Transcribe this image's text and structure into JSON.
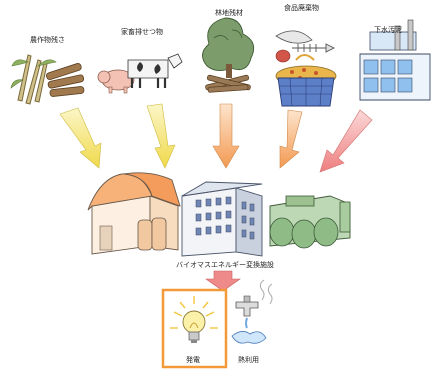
{
  "sources": [
    {
      "id": "crop",
      "label": "農作物残さ",
      "icon": "crop-residue-icon"
    },
    {
      "id": "livestock",
      "label": "家畜排せつ物",
      "icon": "livestock-icon"
    },
    {
      "id": "forest",
      "label": "林地残材",
      "icon": "forest-residue-icon"
    },
    {
      "id": "food",
      "label": "食品廃棄物",
      "icon": "food-waste-icon"
    },
    {
      "id": "sewage",
      "label": "下水汚泥",
      "icon": "sewage-sludge-icon"
    }
  ],
  "facility": {
    "label": "バイオマスエネルギー変換施設",
    "icon": "conversion-facility-icon"
  },
  "outputs": [
    {
      "id": "power",
      "label": "発電",
      "icon": "light-bulb-icon",
      "highlighted": true
    },
    {
      "id": "heat",
      "label": "熱利用",
      "icon": "hot-water-icon",
      "highlighted": false
    }
  ],
  "colors": {
    "arrow_yellow": "#f2e26a",
    "arrow_orange": "#f0a05a",
    "arrow_pink": "#ef8a8a",
    "highlight_border": "#f29a38"
  }
}
